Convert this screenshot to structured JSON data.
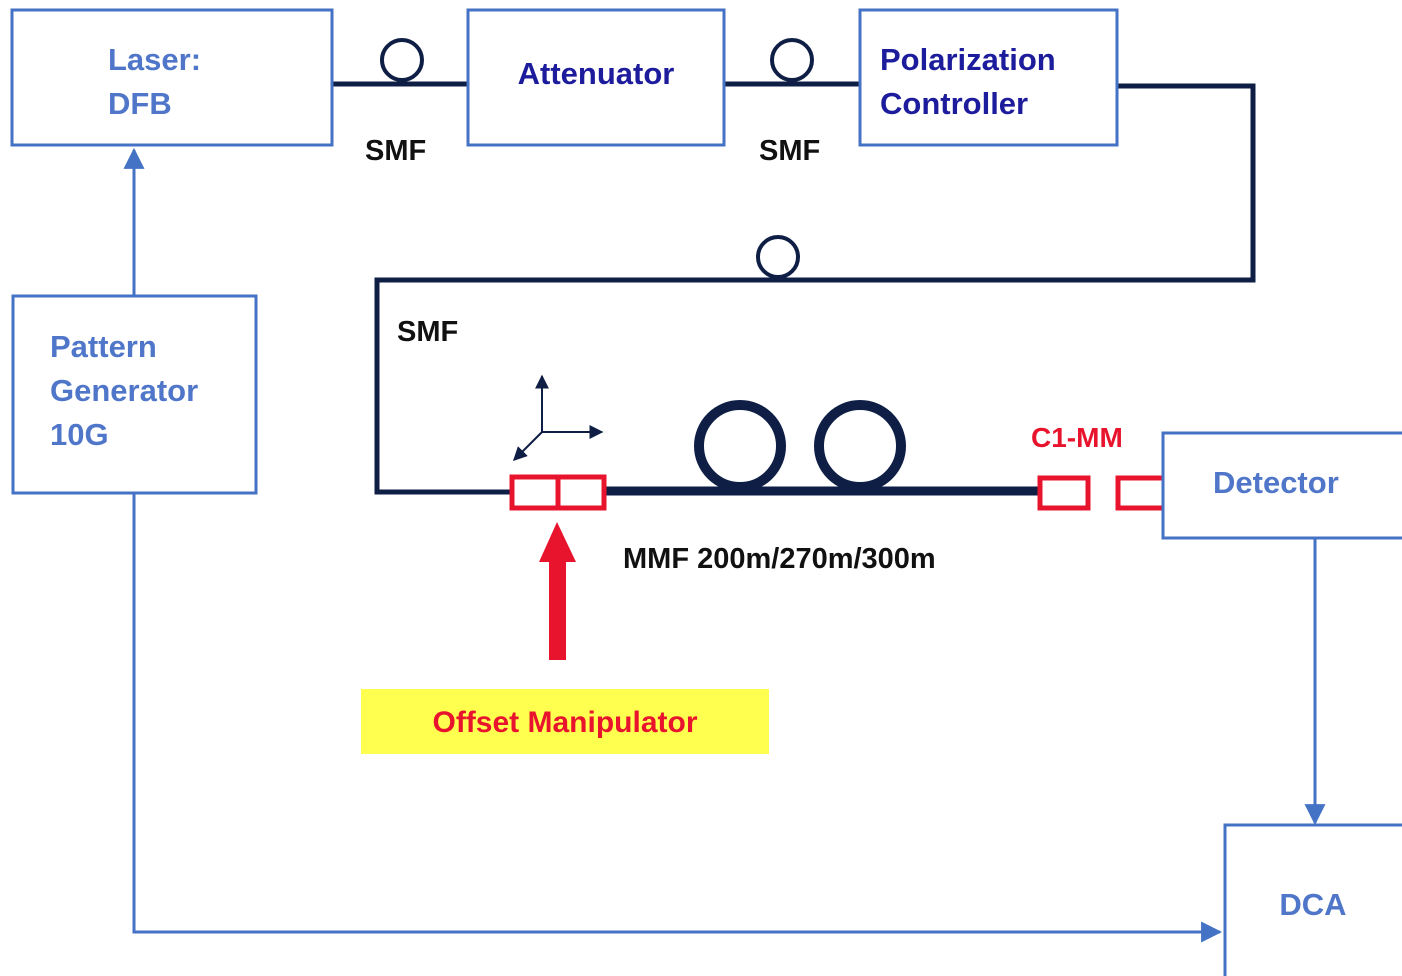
{
  "colors": {
    "box_blue": "#4472C4",
    "box_text_blue": "#4F76C9",
    "dark_navy": "#0F1E45",
    "navy_text": "#1C1C9C",
    "red": "#E8142D",
    "highlight_yellow": "#FFFF4F",
    "label_black": "#111111"
  },
  "boxes": {
    "laser": {
      "line1": "Laser:",
      "line2": "DFB"
    },
    "attenuator": {
      "label": "Attenuator"
    },
    "polarization_controller": {
      "line1": "Polarization",
      "line2": "Controller"
    },
    "pattern_generator": {
      "line1": "Pattern",
      "line2": "Generator",
      "line3": "10G"
    },
    "detector": {
      "label": "Detector"
    },
    "dca": {
      "label": "DCA"
    }
  },
  "fiber_labels": {
    "smf_1": "SMF",
    "smf_2": "SMF",
    "smf_3": "SMF",
    "mmf": "MMF 200m/270m/300m",
    "connector": "C1-MM"
  },
  "callout": {
    "label": "Offset Manipulator"
  }
}
